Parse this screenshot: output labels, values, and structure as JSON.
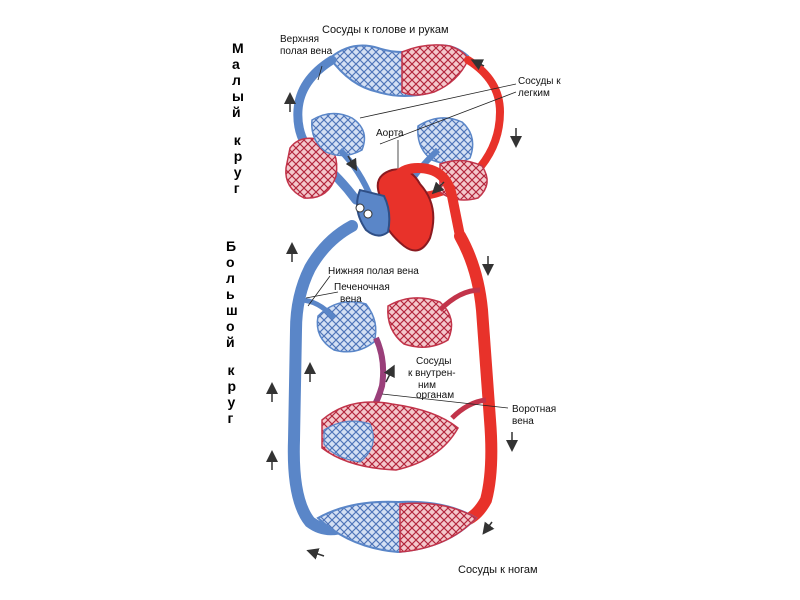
{
  "labels": {
    "head_arms": "Сосуды к голове и рукам",
    "sup_vena_cava_1": "Верхняя",
    "sup_vena_cava_2": "полая вена",
    "lungs_1": "Сосуды к",
    "lungs_2": "легким",
    "aorta": "Аорта",
    "inf_vena_cava": "Нижняя полая вена",
    "hepatic_vein_1": "Печеночная",
    "hepatic_vein_2": "вена",
    "organs_1": "Сосуды",
    "organs_2": "к внутрен-",
    "organs_3": "ним",
    "organs_4": "органам",
    "portal_vein_1": "Воротная",
    "portal_vein_2": "вена",
    "legs": "Сосуды к ногам"
  },
  "side_titles": {
    "small_circle": [
      "Малый",
      "круг"
    ],
    "big_circle": [
      "Большой",
      "круг"
    ]
  },
  "colors": {
    "artery": "#e8322a",
    "vein": "#5a86c8",
    "capillary_red": "#c2344a",
    "capillary_blue": "#7d9fd3"
  }
}
